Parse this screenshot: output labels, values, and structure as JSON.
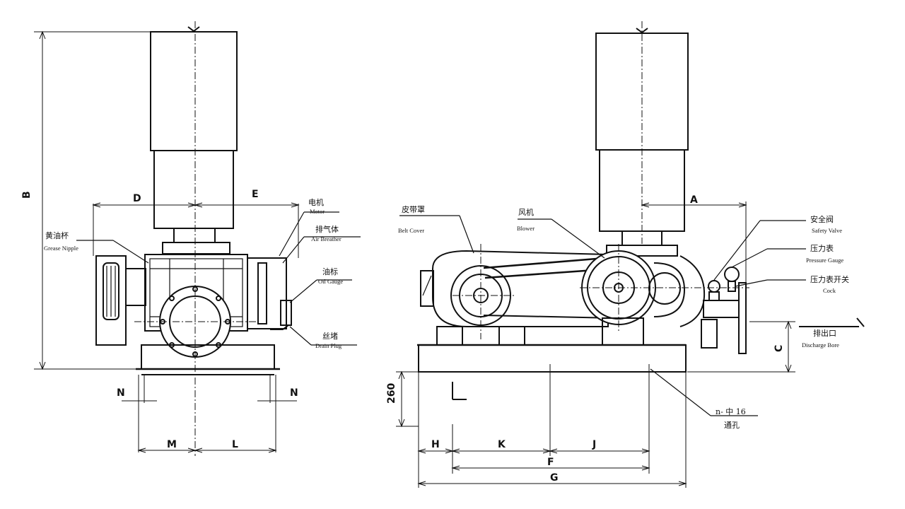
{
  "dimensions": {
    "B": "B",
    "D": "D",
    "E": "E",
    "N_left": "N",
    "N_right": "N",
    "M": "M",
    "L": "L",
    "A": "A",
    "C": "C",
    "height_260": "260",
    "H": "H",
    "K": "K",
    "J": "J",
    "F": "F",
    "G": "G"
  },
  "labels": {
    "motor": {
      "cn": "电机",
      "en": "Motor"
    },
    "air_breather": {
      "cn": "排气体",
      "en": "Air Breather"
    },
    "grease_nipple": {
      "cn": "黄油杯",
      "en": "Grease Nipple"
    },
    "oil_gauge": {
      "cn": "油标",
      "en": "Oil Gauge"
    },
    "drain_plug": {
      "cn": "丝堵",
      "en": "Drain Plug"
    },
    "belt_cover": {
      "cn": "皮带罩",
      "en": "Belt Cover"
    },
    "blower": {
      "cn": "风机",
      "en": "Blower"
    },
    "safety_valve": {
      "cn": "安全阀",
      "en": "Safety Valve"
    },
    "pressure_gauge": {
      "cn": "压力表",
      "en": "Pressure Gauge"
    },
    "cock": {
      "cn": "压力表开关",
      "en": "Cock"
    },
    "discharge_bore": {
      "cn": "排出口",
      "en": "Discharge Bore"
    },
    "holes": {
      "line1": "n- 中 16",
      "line2": "通孔"
    }
  }
}
